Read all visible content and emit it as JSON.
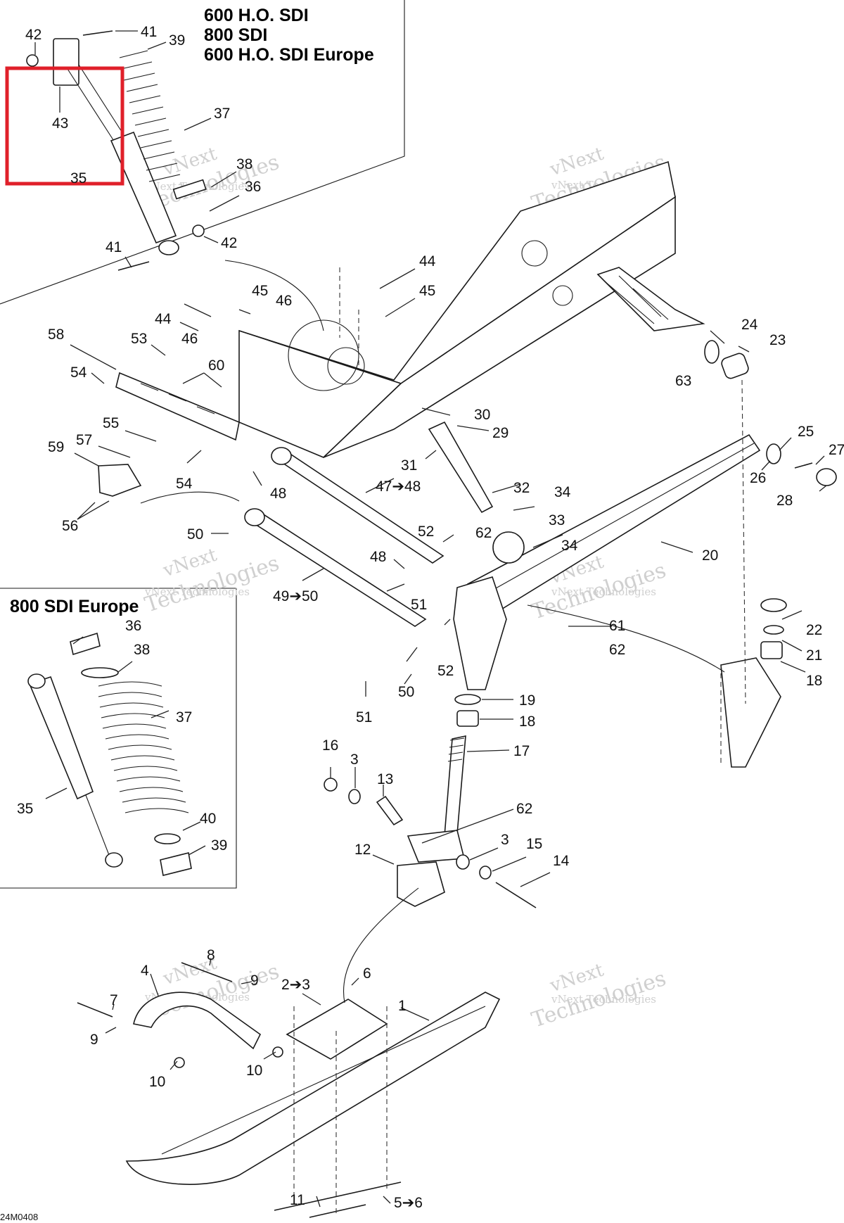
{
  "titles": {
    "inset_top_line1": "600 H.O. SDI",
    "inset_top_line2": "800 SDI",
    "inset_top_line3": "600 H.O. SDI Europe",
    "inset_left": "800 SDI Europe"
  },
  "watermark": {
    "line1": "vNext",
    "line2": "Technologies",
    "line3": "vNext Technologies"
  },
  "diagram_code": "24M0408",
  "highlight_color": "#e0202a",
  "labels": {
    "l42a": "42",
    "l41a": "41",
    "l39a": "39",
    "l43": "43",
    "l37a": "37",
    "l35a": "35",
    "l38a": "38",
    "l36a": "36",
    "l41b": "41",
    "l42b": "42",
    "l44a": "44",
    "l45a": "45",
    "l45b": "45",
    "l46a": "46",
    "l44b": "44",
    "l46b": "46",
    "l58": "58",
    "l53": "53",
    "l54a": "54",
    "l60": "60",
    "l55": "55",
    "l57": "57",
    "l59": "59",
    "l54b": "54",
    "l56": "56",
    "l24": "24",
    "l23": "23",
    "l63": "63",
    "l30": "30",
    "l29": "29",
    "l31": "31",
    "l25": "25",
    "l27": "27",
    "l26": "26",
    "l28": "28",
    "l48a": "48",
    "l4748": "47➔48",
    "l32": "32",
    "l34a": "34",
    "l33": "33",
    "l52a": "52",
    "l62a": "62",
    "l34b": "34",
    "l50a": "50",
    "l48b": "48",
    "l51a": "51",
    "l4950": "49➔50",
    "l20": "20",
    "l61": "61",
    "l62b": "62",
    "l22": "22",
    "l21": "21",
    "l18a": "18",
    "l36b": "36",
    "l38b": "38",
    "l37b": "37",
    "l35b": "35",
    "l40": "40",
    "l39b": "39",
    "l52b": "52",
    "l50b": "50",
    "l51b": "51",
    "l19": "19",
    "l18b": "18",
    "l17": "17",
    "l16": "16",
    "l3a": "3",
    "l13": "13",
    "l62c": "62",
    "l3b": "3",
    "l15": "15",
    "l12": "12",
    "l14": "14",
    "l8": "8",
    "l4": "4",
    "l9a": "9",
    "l7": "7",
    "l23b": "2➔3",
    "l6": "6",
    "l1": "1",
    "l9b": "9",
    "l10a": "10",
    "l10b": "10",
    "l11": "11",
    "l56b": "5➔6"
  }
}
